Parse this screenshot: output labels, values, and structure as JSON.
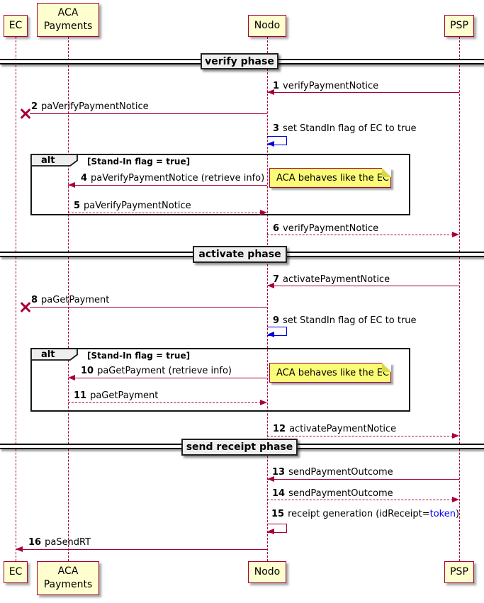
{
  "colors": {
    "accent_dark_red": "#A80036",
    "participant_fill": "#FEFECE",
    "note_fill": "#FBFB77",
    "divider_fill": "#EEEEEE",
    "standin_self_arrow_blue": "#0000E0",
    "token_text_blue": "#0000FF"
  },
  "participants": [
    {
      "id": "ec",
      "label": "EC"
    },
    {
      "id": "aca",
      "label": "ACA\nPayments"
    },
    {
      "id": "nodo",
      "label": "Nodo"
    },
    {
      "id": "psp",
      "label": "PSP"
    }
  ],
  "dividers": [
    {
      "label": "verify phase"
    },
    {
      "label": "activate phase"
    },
    {
      "label": "send receipt phase"
    }
  ],
  "alt": {
    "keyword": "alt",
    "condition": "[Stand-In flag = true]"
  },
  "note": {
    "text": "ACA behaves like the EC"
  },
  "messages": [
    {
      "num": "1",
      "text": "verifyPaymentNotice",
      "from": "PSP",
      "to": "Nodo",
      "style": "solid"
    },
    {
      "num": "2",
      "text": "paVerifyPaymentNotice",
      "from": "Nodo",
      "to": "EC",
      "style": "solid-lost"
    },
    {
      "num": "3",
      "text": "set StandIn flag of EC to true",
      "from": "Nodo",
      "to": "Nodo",
      "style": "self-blue"
    },
    {
      "num": "4",
      "text": "paVerifyPaymentNotice (retrieve info)",
      "from": "Nodo",
      "to": "ACA Payments",
      "style": "solid"
    },
    {
      "num": "5",
      "text": "paVerifyPaymentNotice",
      "from": "ACA Payments",
      "to": "Nodo",
      "style": "dashed"
    },
    {
      "num": "6",
      "text": "verifyPaymentNotice",
      "from": "Nodo",
      "to": "PSP",
      "style": "dashed"
    },
    {
      "num": "7",
      "text": "activatePaymentNotice",
      "from": "PSP",
      "to": "Nodo",
      "style": "solid"
    },
    {
      "num": "8",
      "text": "paGetPayment",
      "from": "Nodo",
      "to": "EC",
      "style": "solid-lost"
    },
    {
      "num": "9",
      "text": "set StandIn flag of EC to true",
      "from": "Nodo",
      "to": "Nodo",
      "style": "self-blue"
    },
    {
      "num": "10",
      "text": "paGetPayment (retrieve info)",
      "from": "Nodo",
      "to": "ACA Payments",
      "style": "solid"
    },
    {
      "num": "11",
      "text": "paGetPayment",
      "from": "ACA Payments",
      "to": "Nodo",
      "style": "dashed"
    },
    {
      "num": "12",
      "text": "activatePaymentNotice",
      "from": "Nodo",
      "to": "PSP",
      "style": "dashed"
    },
    {
      "num": "13",
      "text": "sendPaymentOutcome",
      "from": "PSP",
      "to": "Nodo",
      "style": "solid"
    },
    {
      "num": "14",
      "text": "sendPaymentOutcome",
      "from": "Nodo",
      "to": "PSP",
      "style": "dashed"
    },
    {
      "num": "15",
      "text": "receipt generation (idReceipt=",
      "link": "token",
      "suffix": ")",
      "from": "Nodo",
      "to": "Nodo",
      "style": "self-red"
    },
    {
      "num": "16",
      "text": "paSendRT",
      "from": "Nodo",
      "to": "EC",
      "style": "solid"
    }
  ]
}
